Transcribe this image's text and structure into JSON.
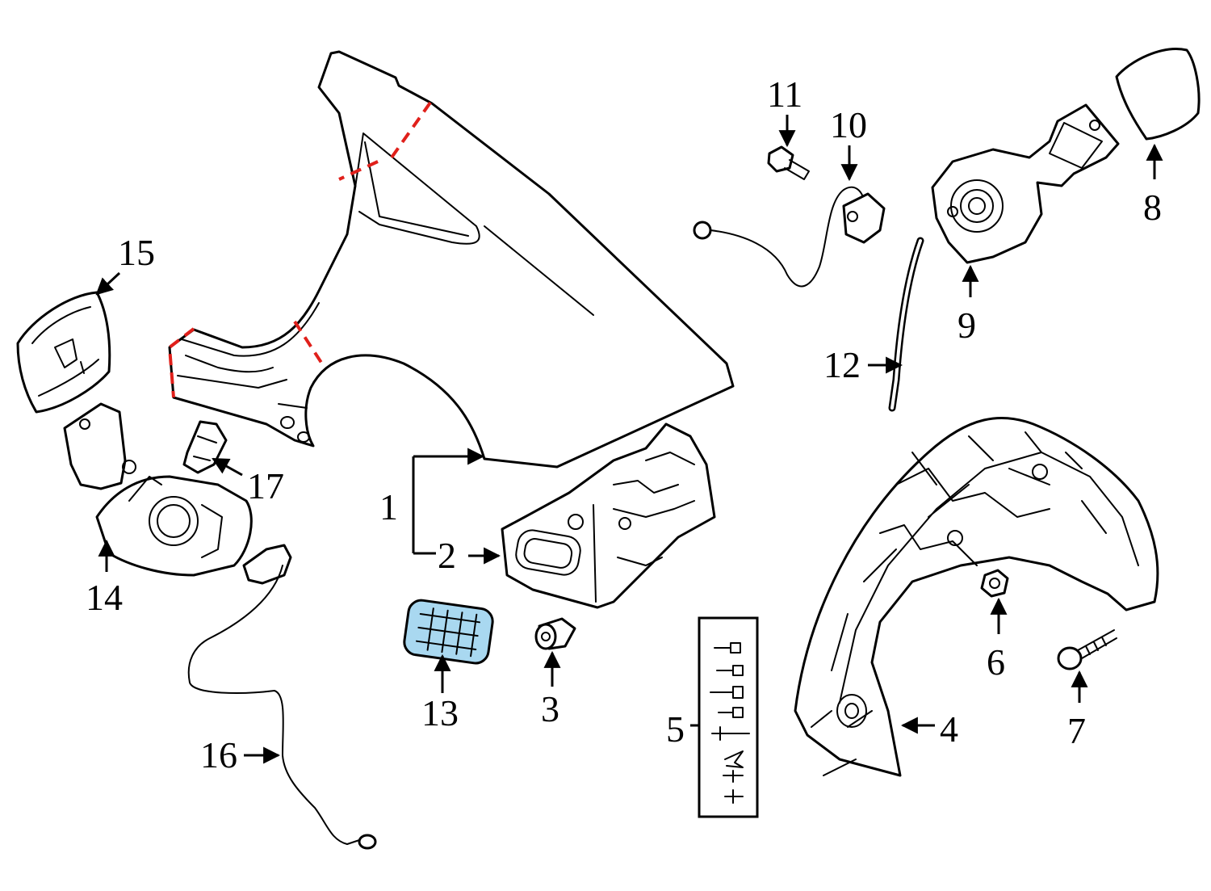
{
  "diagram": {
    "callouts": [
      {
        "id": "1",
        "label": "1"
      },
      {
        "id": "2",
        "label": "2"
      },
      {
        "id": "3",
        "label": "3"
      },
      {
        "id": "4",
        "label": "4"
      },
      {
        "id": "5",
        "label": "5"
      },
      {
        "id": "6",
        "label": "6"
      },
      {
        "id": "7",
        "label": "7"
      },
      {
        "id": "8",
        "label": "8"
      },
      {
        "id": "9",
        "label": "9"
      },
      {
        "id": "10",
        "label": "10"
      },
      {
        "id": "11",
        "label": "11"
      },
      {
        "id": "12",
        "label": "12"
      },
      {
        "id": "13",
        "label": "13"
      },
      {
        "id": "14",
        "label": "14"
      },
      {
        "id": "15",
        "label": "15"
      },
      {
        "id": "16",
        "label": "16"
      },
      {
        "id": "17",
        "label": "17"
      }
    ],
    "colors": {
      "outline": "#000000",
      "cut_line": "#e0201b",
      "highlight_part": "#a9d8f0",
      "background": "#ffffff"
    },
    "highlighted_part": "13"
  }
}
